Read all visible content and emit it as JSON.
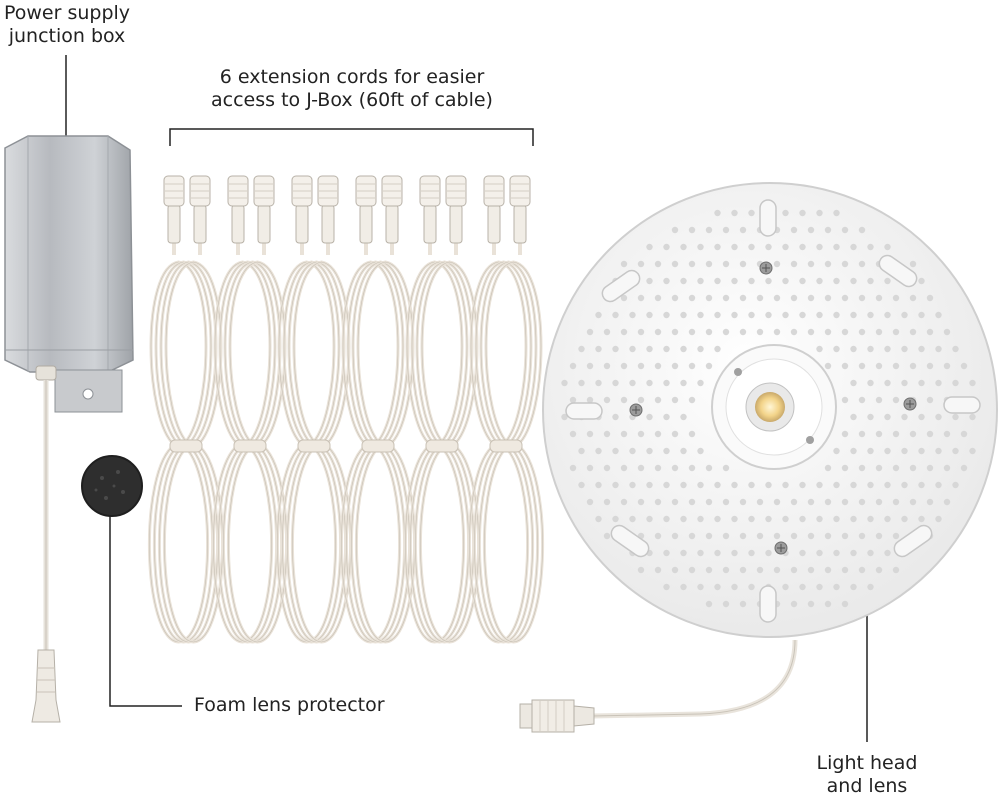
{
  "labels": {
    "junction_box": [
      "Power supply",
      "junction box"
    ],
    "extension_cords": [
      "6 extension cords for easier",
      "access to J-Box (60ft of cable)"
    ],
    "foam_protector": "Foam lens protector",
    "light_head": [
      "Light head",
      "and lens"
    ]
  },
  "cord_count": 6,
  "colors": {
    "text": "#222222",
    "cord": "#e9e2d8",
    "metal": "#b9bcc0",
    "plate": "#f2f2f2",
    "foam": "#2e2e2e",
    "led": "#f3d48a"
  }
}
